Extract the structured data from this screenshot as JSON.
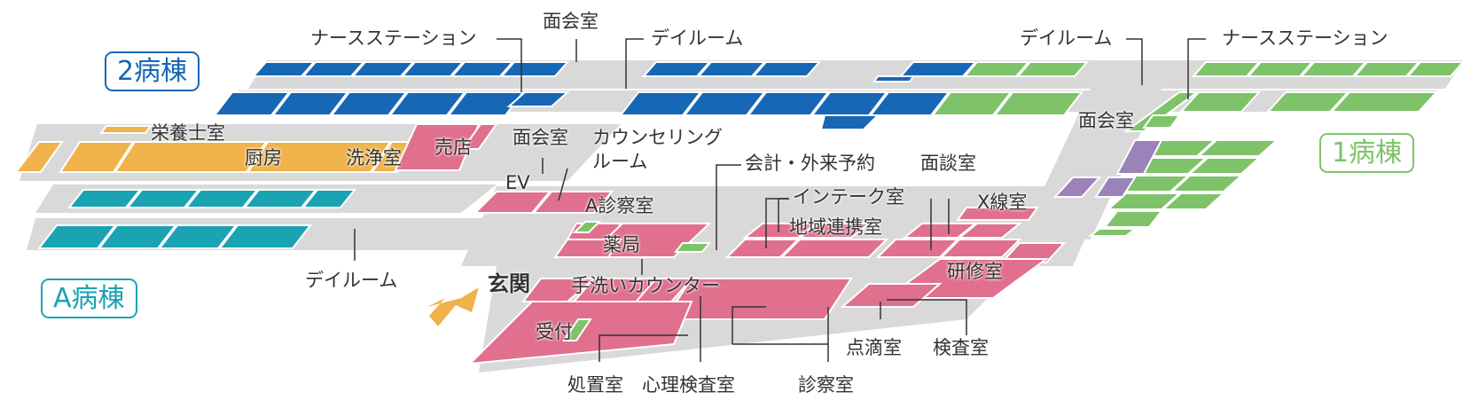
{
  "wards": {
    "ward2": "2病棟",
    "ward1": "1病棟",
    "wardA": "A病棟"
  },
  "labels": {
    "nurse_station_left": "ナースステーション",
    "meeting_room_top": "面会室",
    "dayroom_top_center": "デイルーム",
    "dayroom_top_right": "デイルーム",
    "nurse_station_right": "ナースステーション",
    "meeting_room_right": "面会室",
    "dietitian_room": "栄養士室",
    "kitchen": "厨房",
    "washing_room": "洗浄室",
    "shop": "売店",
    "meeting_room_mid": "面会室",
    "counseling_room_1": "カウンセリング",
    "counseling_room_2": "ルーム",
    "ev": "EV",
    "exam_room_a": "A診察室",
    "accounting": "会計・外来予約",
    "intake_room": "インテーク室",
    "regional_cooperation": "地域連携室",
    "interview_room": "面談室",
    "xray_room": "X線室",
    "pharmacy": "薬局",
    "dayroom_a": "デイルーム",
    "entrance": "玄関",
    "handwash_counter": "手洗いカウンター",
    "training_room": "研修室",
    "reception": "受付",
    "iv_room": "点滴室",
    "laboratory": "検査室",
    "treatment_room": "処置室",
    "psych_test_room": "心理検査室",
    "consultation_rooms": "診察室"
  },
  "colors": {
    "ward2_blue": "#1667b5",
    "ward1_green": "#7ec36a",
    "wardA_teal": "#1aa3b3",
    "outpatient_pink": "#e0708e",
    "service_orange": "#f0b24a",
    "staff_purple": "#9b82b8",
    "corridor_gray": "#d9d9d9",
    "entrance_arrow": "#f0b24a"
  }
}
